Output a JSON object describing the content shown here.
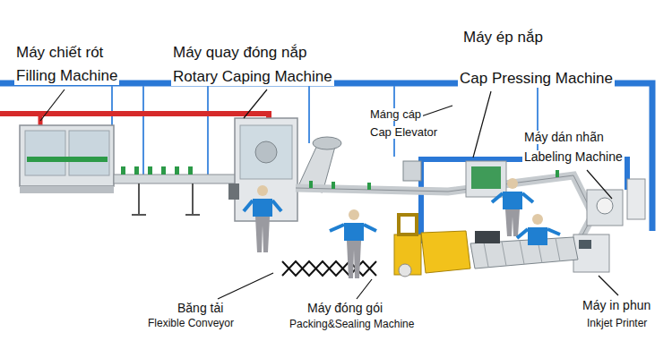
{
  "diagram": {
    "labels": [
      "Máy chiết rót",
      "Filling Machine",
      "Máy quay đóng nắp",
      "Rotary Caping Machine",
      "Máy ép nắp",
      "Cap Pressing Machine",
      "Máng cáp",
      "Cap Elevator",
      "Máy dán nhãn",
      "Labeling Machine",
      "Băng tải",
      "Flexible Conveyor",
      "Máy đóng gói",
      "Packing&Sealing Machine",
      "Máy in phun",
      "Inkjet Printer"
    ]
  }
}
